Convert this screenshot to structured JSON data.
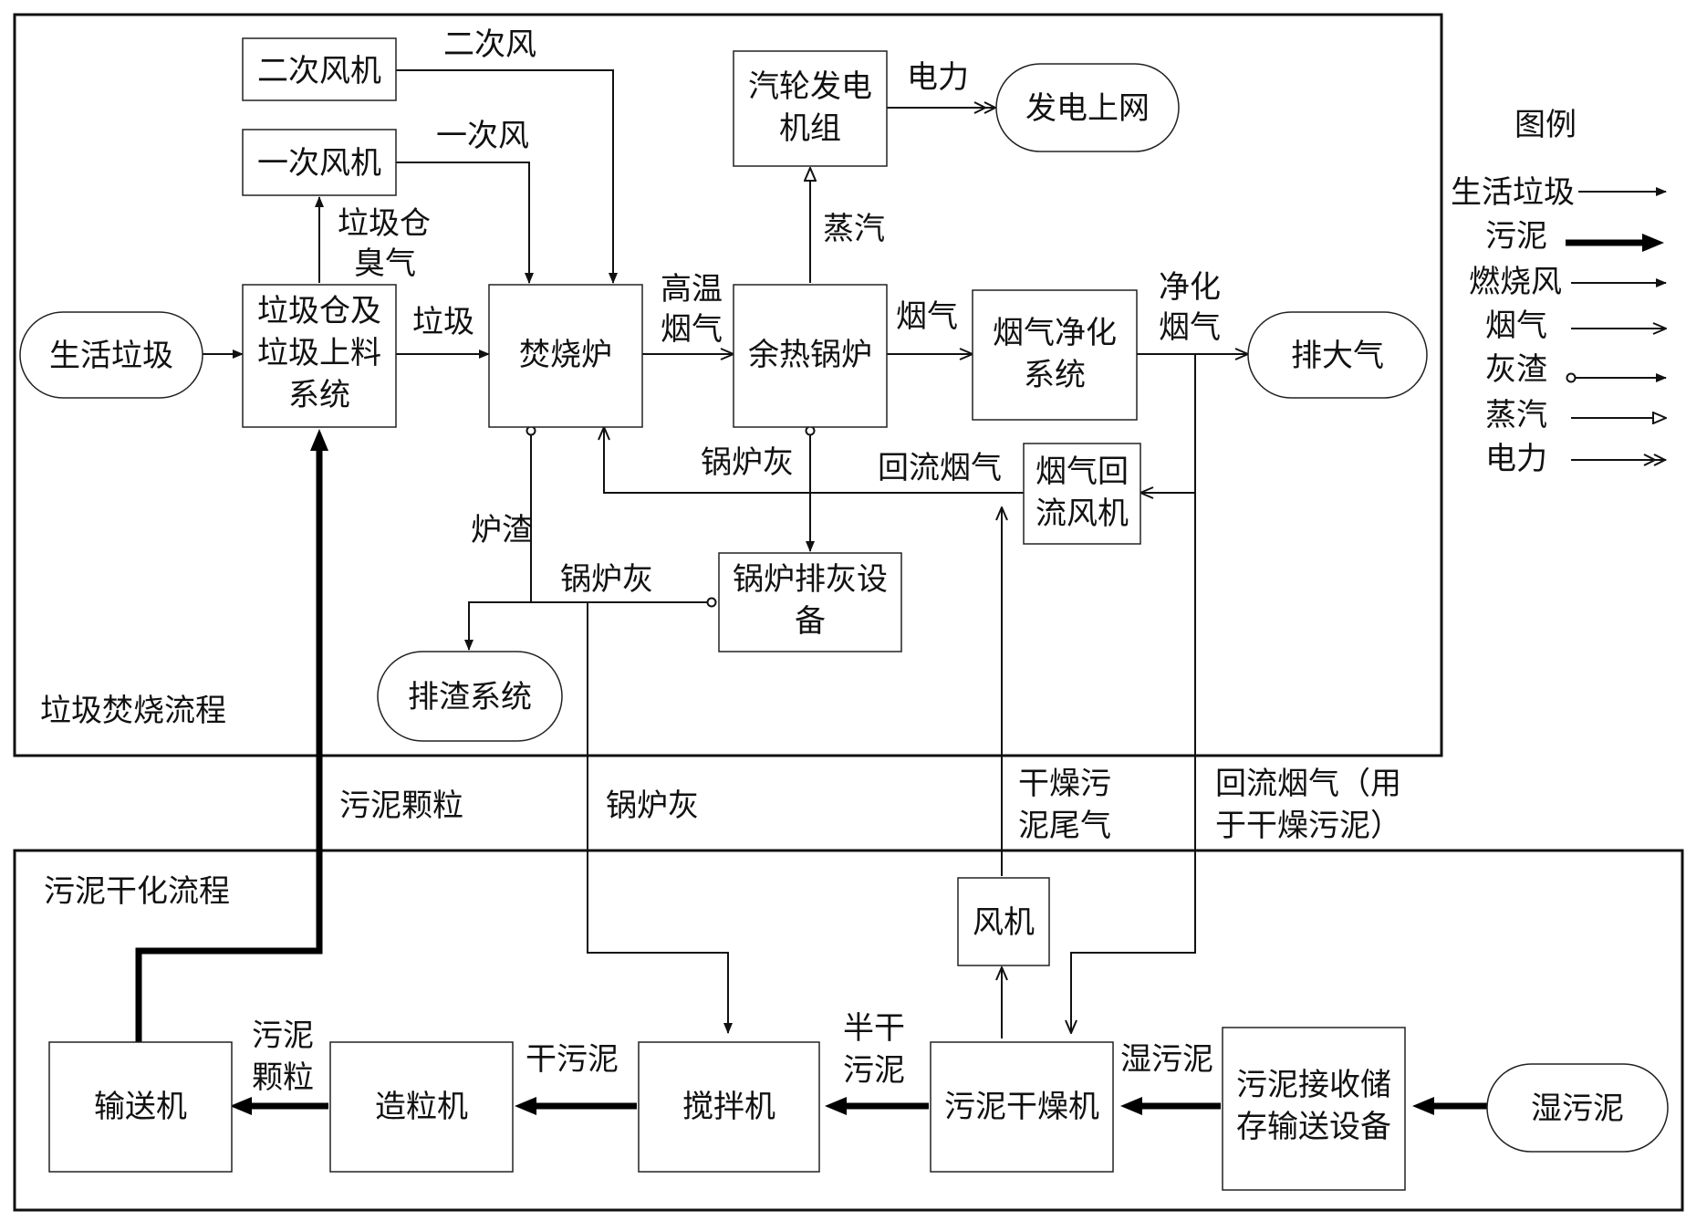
{
  "frames": {
    "incineration": "垃圾焚烧流程",
    "sludge": "污泥干化流程"
  },
  "nodes": {
    "msw_source": "生活垃圾",
    "secondary_fan": "二次风机",
    "primary_fan": "一次风机",
    "bunker": [
      "垃圾仓及",
      "垃圾上料",
      "系统"
    ],
    "incinerator": "焚烧炉",
    "turbine": [
      "汽轮发电",
      "机组"
    ],
    "grid": "发电上网",
    "boiler": "余热锅炉",
    "gas_cleaning": [
      "烟气净化",
      "系统"
    ],
    "atmosphere": "排大气",
    "recirc_fan": [
      "烟气回",
      "流风机"
    ],
    "ash_equipment": [
      "锅炉排灰设",
      "备"
    ],
    "slag_system": "排渣系统",
    "conveyor": "输送机",
    "granulator": "造粒机",
    "mixer": "搅拌机",
    "dryer": "污泥干燥机",
    "sludge_storage": [
      "污泥接收储",
      "存输送设备"
    ],
    "wet_sludge_source": "湿污泥",
    "fan": "风机"
  },
  "edge_labels": {
    "secondary_air": "二次风",
    "primary_air": "一次风",
    "bunker_odor": [
      "垃圾仓",
      "臭气"
    ],
    "waste": "垃圾",
    "hot_flue_gas": [
      "高温",
      "烟气"
    ],
    "power": "电力",
    "steam": "蒸汽",
    "flue_gas": "烟气",
    "clean_flue_gas": [
      "净化",
      "烟气"
    ],
    "boiler_ash_1": "锅炉灰",
    "recirculated_gas": "回流烟气",
    "slag": "炉渣",
    "boiler_ash_2": "锅炉灰",
    "sludge_granules": "污泥颗粒",
    "boiler_ash_3": "锅炉灰",
    "dryer_exhaust": [
      "干燥污",
      "泥尾气"
    ],
    "recirc_gas_for_drying": [
      "回流烟气（用",
      "于干燥污泥）"
    ],
    "sludge_granules_2": [
      "污泥",
      "颗粒"
    ],
    "dry_sludge": "干污泥",
    "semi_dry_sludge": [
      "半干",
      "污泥"
    ],
    "wet_sludge": "湿污泥"
  },
  "legend": {
    "title": "图例",
    "items": [
      "生活垃圾",
      "污泥",
      "燃烧风",
      "烟气",
      "灰渣",
      "蒸汽",
      "电力"
    ]
  }
}
